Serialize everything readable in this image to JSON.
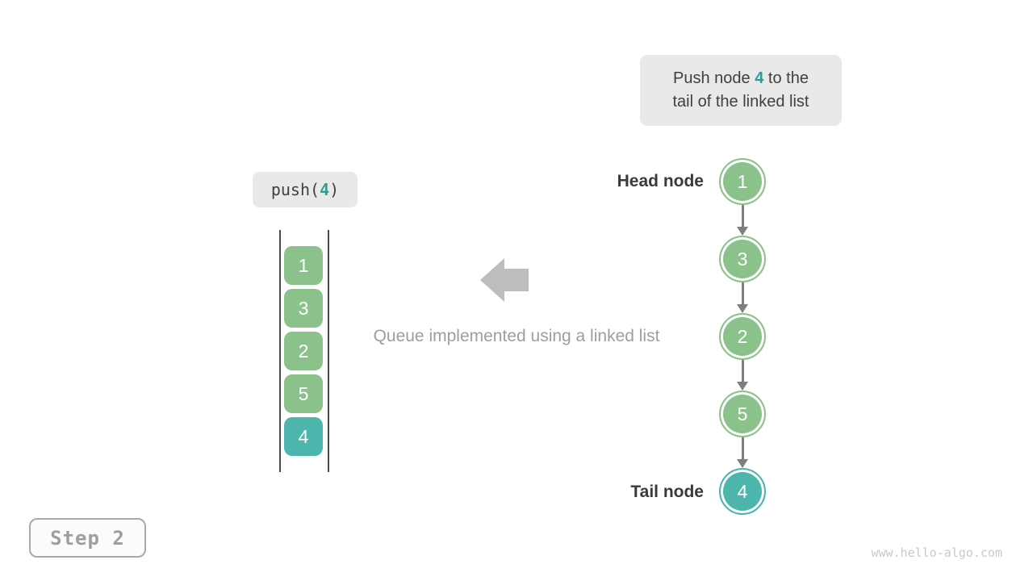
{
  "colors": {
    "green_node": "#8BC28B",
    "teal_node": "#4DB6AC",
    "accent_text": "#2E9D96",
    "dark_text": "#404040",
    "gray_text": "#9E9E9E",
    "arrow_gray": "#7F7F7F",
    "block_arrow_gray": "#BDBDBD",
    "box_bg": "#E9E9E9",
    "queue_line": "#4A4A4A",
    "step_text": "#9E9E9E",
    "step_border": "#A9A9A9",
    "step_bg": "#FBFBFB",
    "watermark_text": "#C9C9C9",
    "node_text": "#FFFFFF"
  },
  "callout": {
    "text_before": "Push node ",
    "value": "4",
    "text_after": " to the",
    "line2": "tail of the linked list"
  },
  "push_call": {
    "fn": "push(",
    "arg": "4",
    "close": ")"
  },
  "queue": {
    "items": [
      {
        "value": "1"
      },
      {
        "value": "3"
      },
      {
        "value": "2"
      },
      {
        "value": "5"
      },
      {
        "value": "4",
        "highlight": true
      }
    ]
  },
  "caption": "Queue implemented using a linked list",
  "linked_list": {
    "head_label": "Head node",
    "tail_label": "Tail node",
    "nodes": [
      {
        "value": "1"
      },
      {
        "value": "3"
      },
      {
        "value": "2"
      },
      {
        "value": "5"
      },
      {
        "value": "4",
        "highlight": true
      }
    ]
  },
  "step_badge": "Step 2",
  "watermark": "www.hello-algo.com"
}
